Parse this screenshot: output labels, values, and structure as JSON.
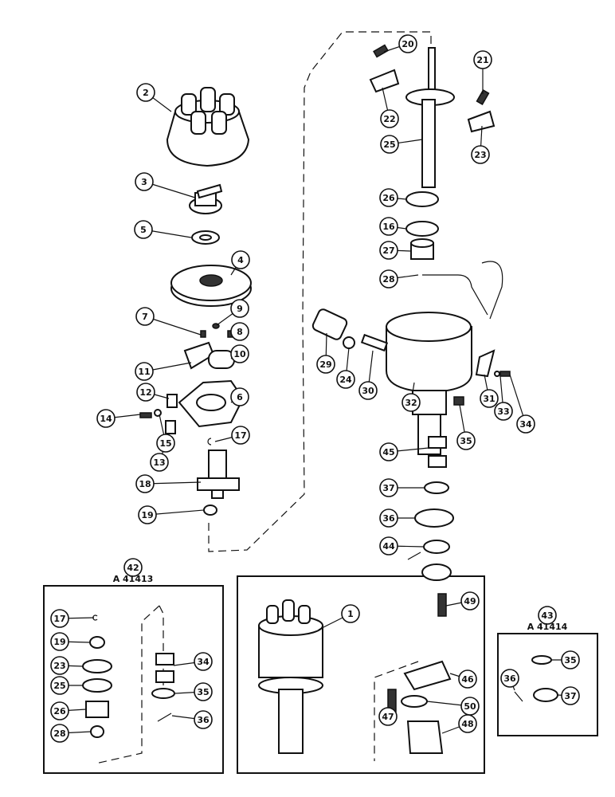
{
  "diagram": {
    "main_labels": [
      "2",
      "3",
      "5",
      "4",
      "7",
      "9",
      "8",
      "10",
      "11",
      "12",
      "6",
      "14",
      "15",
      "17",
      "13",
      "18",
      "19",
      "20",
      "21",
      "22",
      "23",
      "25",
      "26",
      "16",
      "27",
      "28",
      "29",
      "24",
      "30",
      "32",
      "31",
      "33",
      "34",
      "35",
      "45",
      "37",
      "36",
      "44"
    ],
    "inset_left": {
      "number": "42",
      "title": "A 41413",
      "labels": [
        "17",
        "19",
        "23",
        "25",
        "26",
        "28",
        "34",
        "35",
        "36"
      ]
    },
    "inset_center": {
      "labels": [
        "1",
        "49",
        "46",
        "47",
        "50",
        "48"
      ]
    },
    "inset_right": {
      "number": "43",
      "title": "A 41414",
      "labels": [
        "35",
        "36",
        "37"
      ]
    }
  }
}
